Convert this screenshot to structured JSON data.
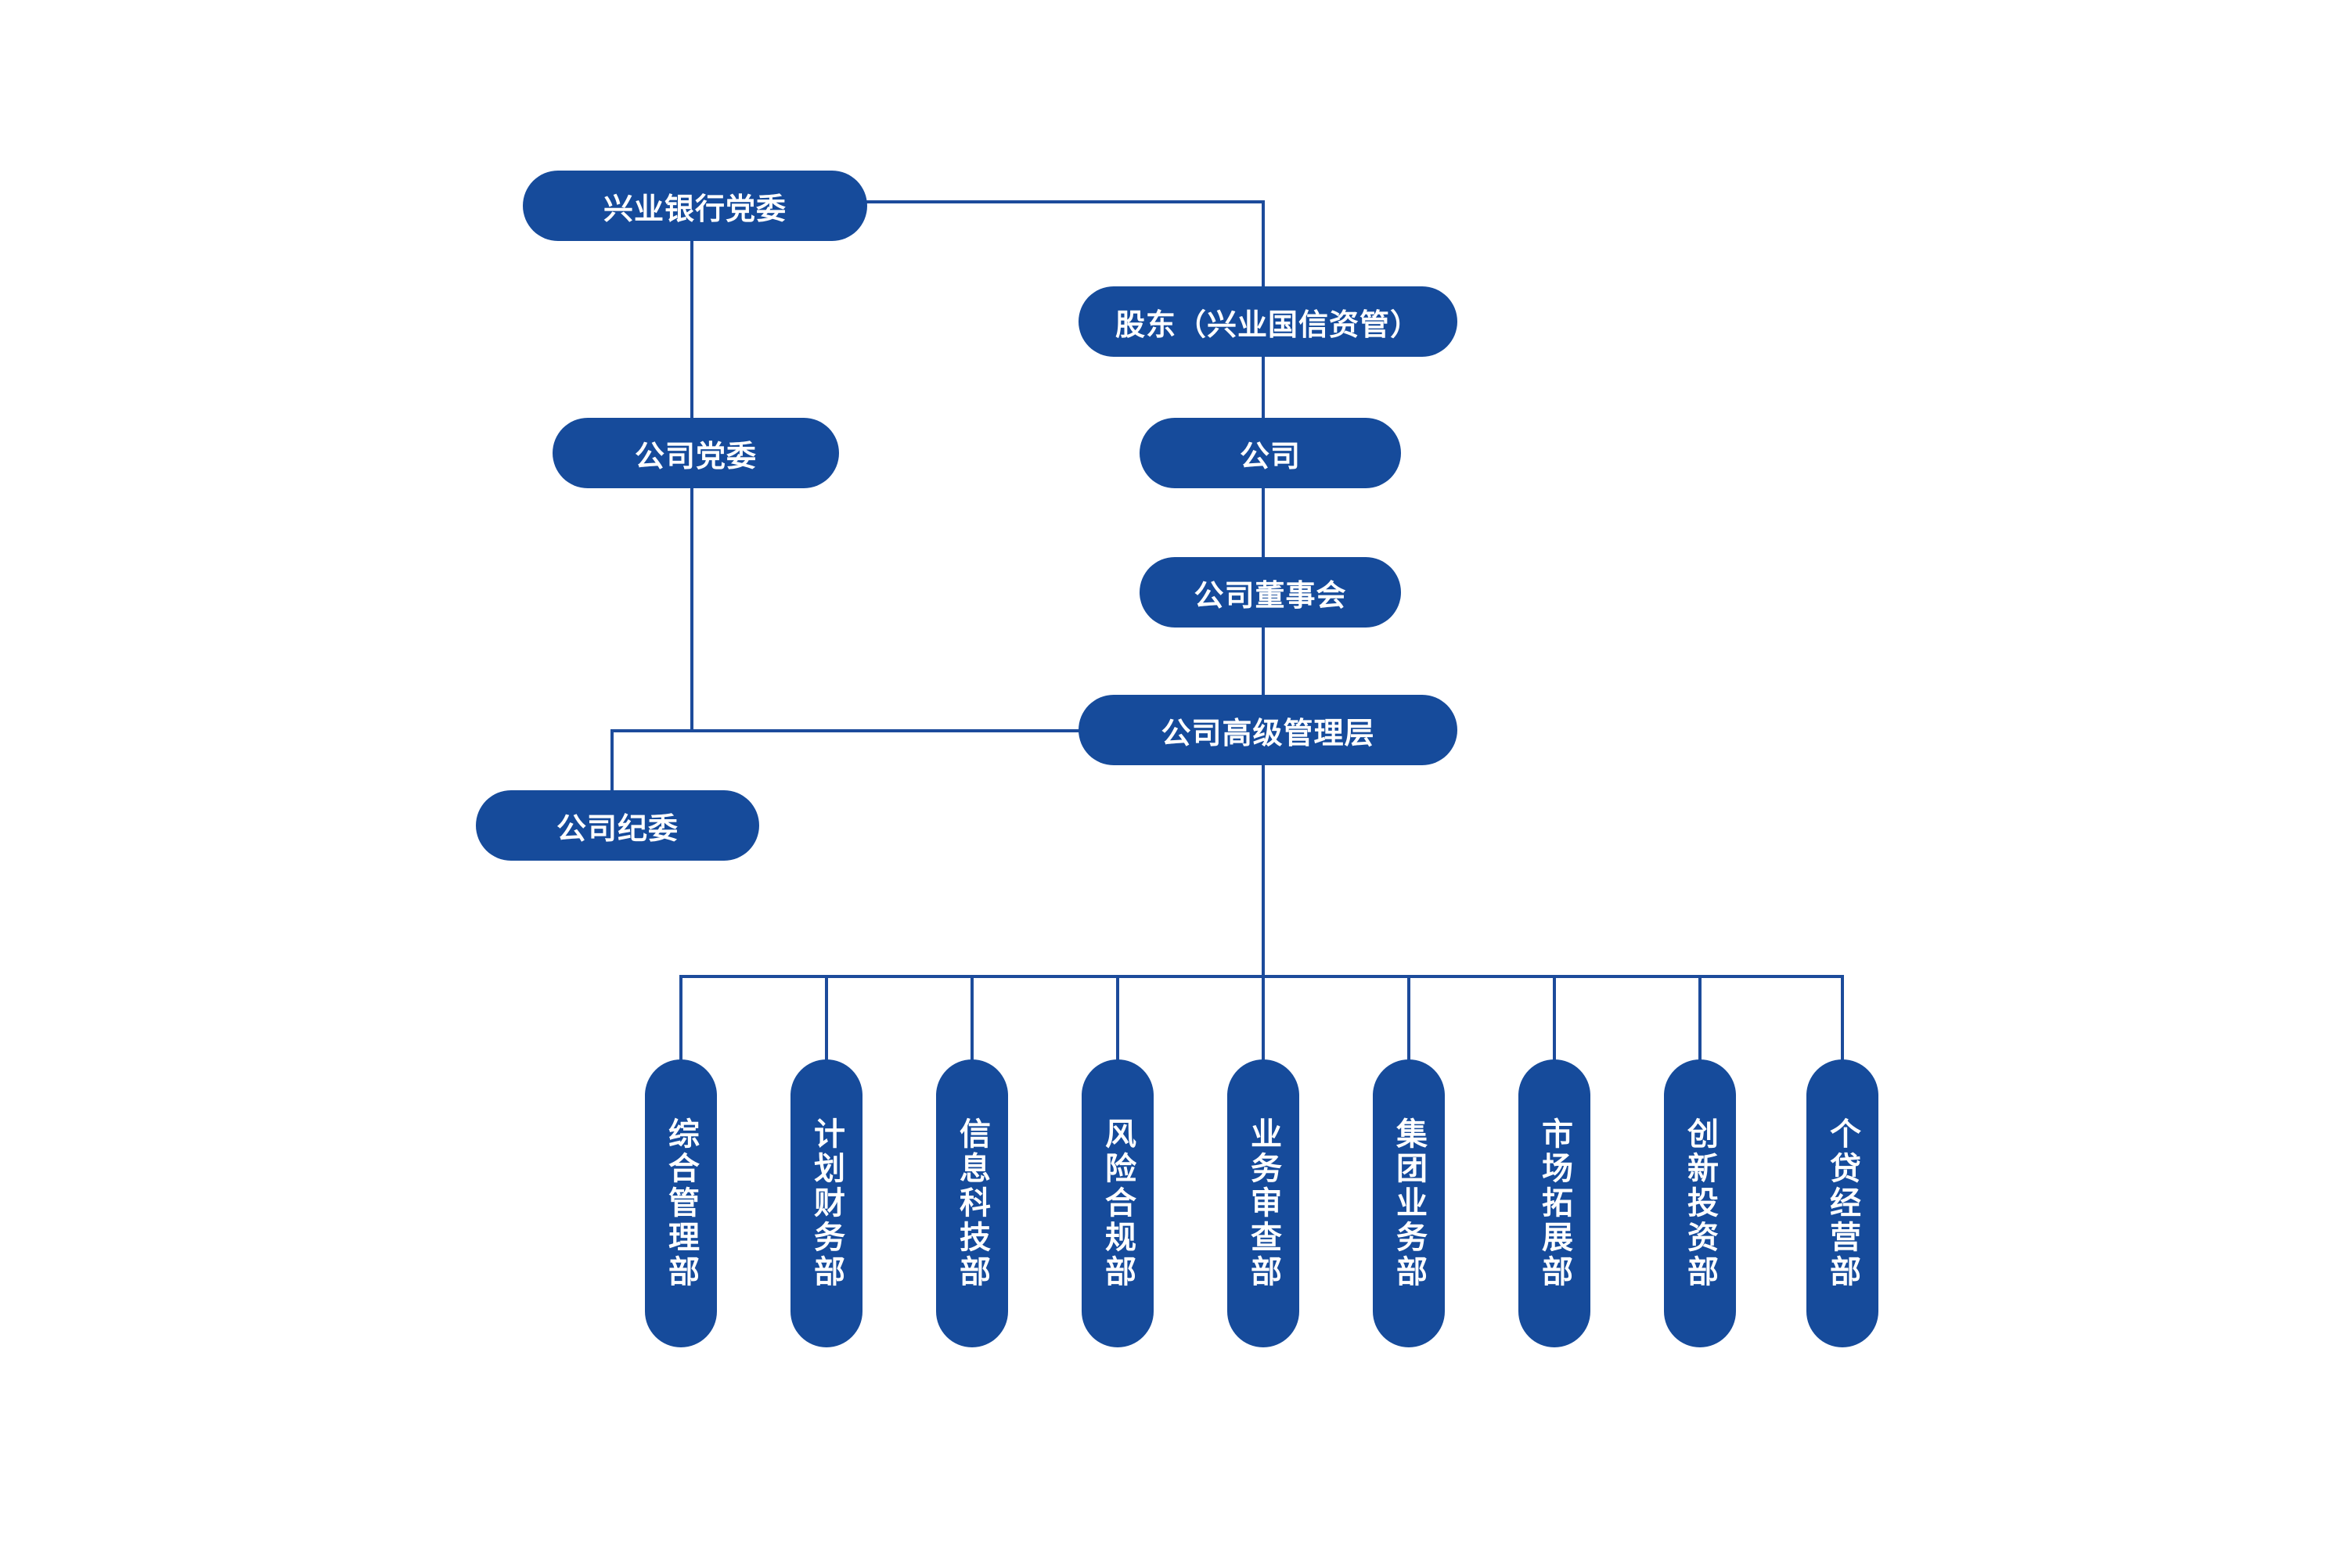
{
  "nodes": {
    "bank_party_committee": "兴业银行党委",
    "shareholder": "股东（兴业国信资管）",
    "company_party_committee": "公司党委",
    "company": "公司",
    "board": "公司董事会",
    "senior_management": "公司高级管理层",
    "discipline_committee": "公司纪委"
  },
  "departments": [
    "综合管理部",
    "计划财务部",
    "信息科技部",
    "风险合规部",
    "业务审查部",
    "集团业务部",
    "市场拓展部",
    "创新投资部",
    "个贷经营部"
  ],
  "colors": {
    "node_fill": "#164b9b",
    "connector": "#1c4b9b",
    "text": "#ffffff",
    "background": "#ffffff"
  }
}
